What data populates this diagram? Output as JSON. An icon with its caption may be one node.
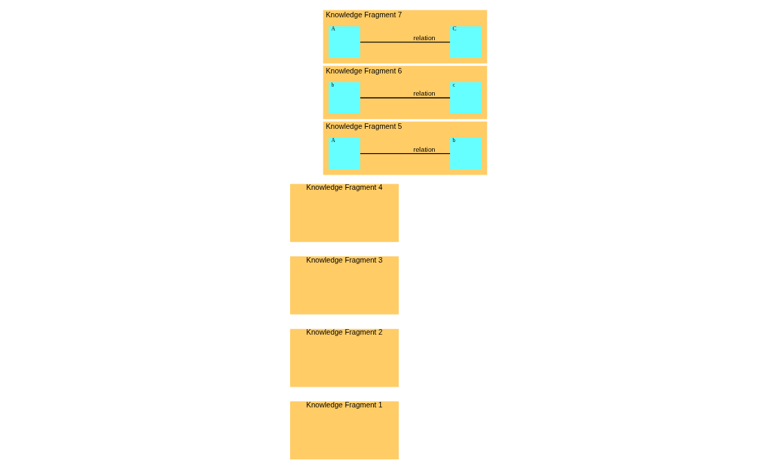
{
  "diagram": {
    "nodes": [
      {
        "text": [
          "Knowledge Fragment 1"
        ]
      },
      {
        "text": [
          "Knowledge Fragment 2"
        ]
      },
      {
        "text": [
          "Knowledge Fragment 3"
        ]
      },
      {
        "text": [
          "Knowledge Fragment 4"
        ]
      },
      {
        "text": [
          "Knowledge Fragment 5"
        ]
      },
      {
        "text": [
          "A"
        ],
        "in": 4
      },
      {
        "text": [
          "b"
        ],
        "in": 4
      },
      {
        "text": [
          "Knowledge Fragment 6"
        ]
      },
      {
        "text": [
          "b"
        ],
        "in": 7
      },
      {
        "text": [
          "c"
        ],
        "in": 7
      },
      {
        "text": [
          "Knowledge Fragment 7"
        ]
      },
      {
        "text": [
          "A"
        ],
        "in": 10
      },
      {
        "text": [
          "C"
        ],
        "in": 10
      }
    ],
    "edges": [
      {
        "from": 5,
        "to": 6,
        "arrow": "none",
        "label": "relation"
      },
      {
        "from": 8,
        "to": 9,
        "arrow": "none",
        "label": "relation"
      },
      {
        "from": 11,
        "to": 12,
        "arrow": "none",
        "label": "relation"
      }
    ]
  }
}
